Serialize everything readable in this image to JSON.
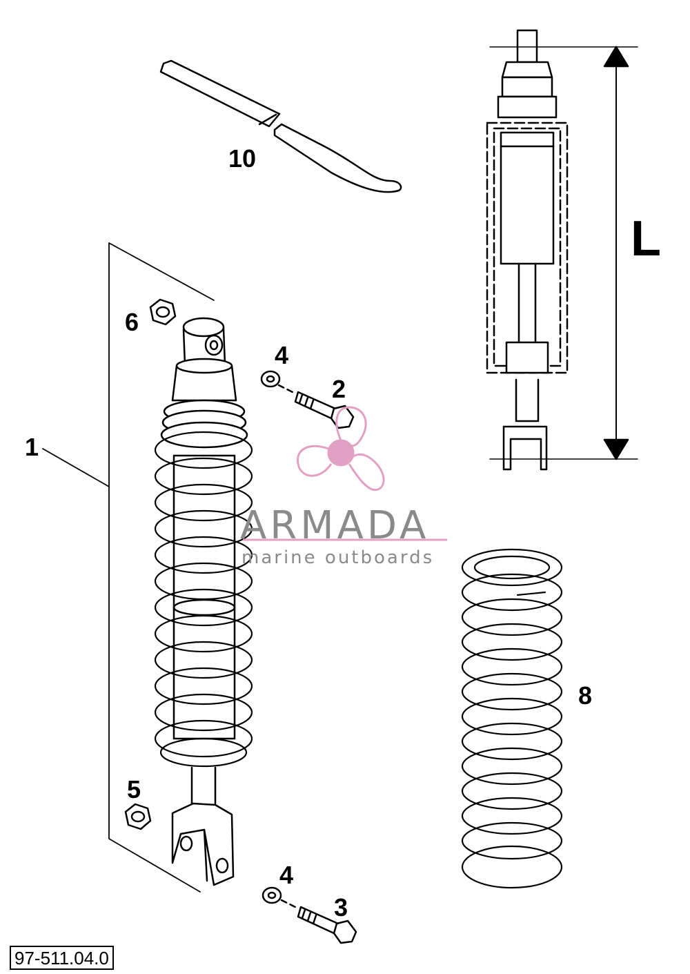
{
  "callouts": {
    "part_1": "1",
    "part_2": "2",
    "part_3": "3",
    "part_4a": "4",
    "part_4b": "4",
    "part_5": "5",
    "part_6": "6",
    "part_8": "8",
    "part_10": "10"
  },
  "dimension": {
    "label": "L"
  },
  "watermark": {
    "name": "ARMADA",
    "tagline": "marine outboards",
    "accent_color": "#e2a0c4"
  },
  "reference_code": "97-511.04.0"
}
